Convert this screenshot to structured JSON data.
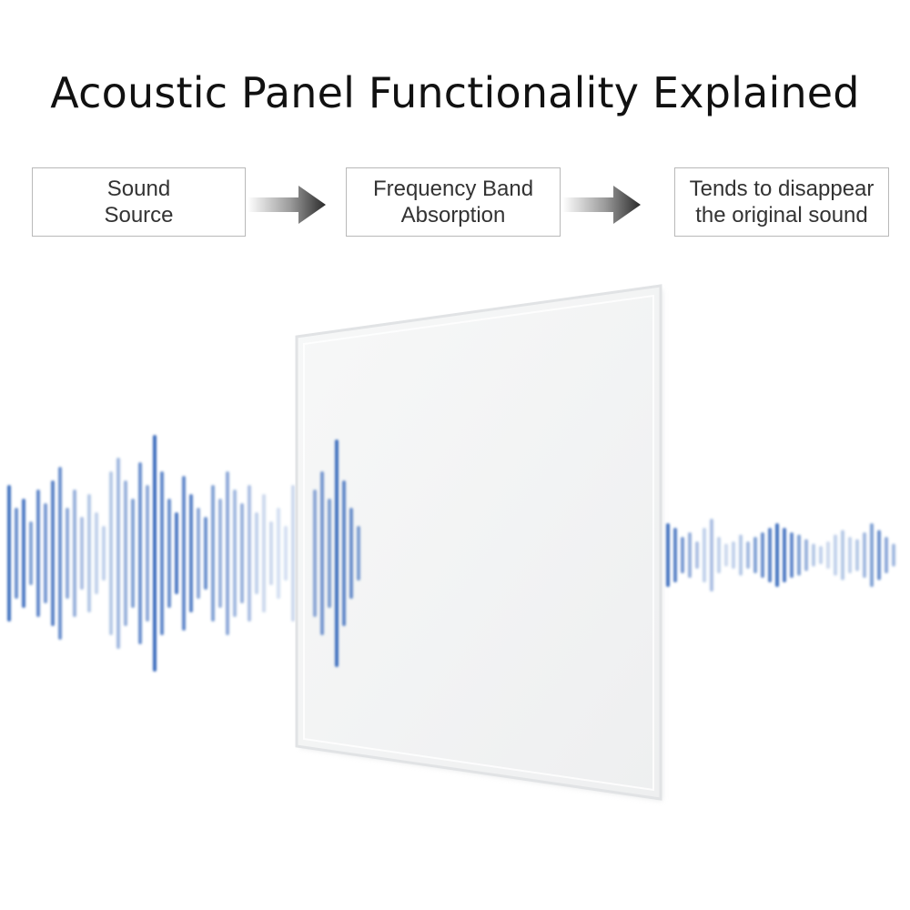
{
  "title": "Acoustic Panel Functionality Explained",
  "steps": [
    {
      "line1": "Sound",
      "line2": "Source"
    },
    {
      "line1": "Frequency Band",
      "line2": "Absorption"
    },
    {
      "line1": "Tends to disappear",
      "line2": "the original sound"
    }
  ],
  "colors": {
    "wave": "#2f62b8",
    "panel": "#f4f5f5",
    "panel_edge": "#e2e4e6",
    "box_border": "#b9b9b9"
  }
}
